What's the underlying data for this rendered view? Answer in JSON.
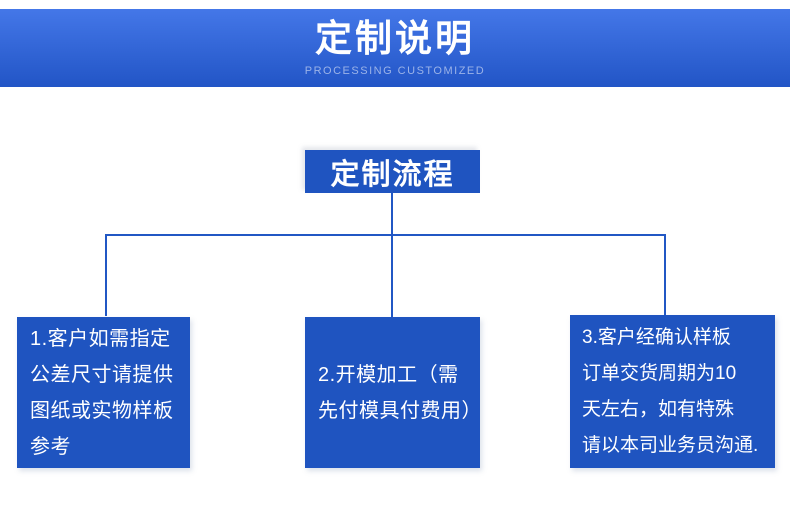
{
  "header": {
    "title": "定制说明",
    "subtitle": "PROCESSING CUSTOMIZED"
  },
  "flow": {
    "root_label": "定制流程",
    "steps": [
      {
        "text": "1.客户如需指定\n公差尺寸请提供\n图纸或实物样板\n参考"
      },
      {
        "text": "2.开模加工（需\n先付模具付费用）"
      },
      {
        "text": "3.客户经确认样板\n订单交货周期为10\n天左右，如有特殊\n请以本司业务员沟通."
      }
    ]
  },
  "colors": {
    "banner_top": "#4477e8",
    "banner_bottom": "#2255c6",
    "box_blue": "#1f54c0",
    "connector_blue": "#2157c4",
    "text_white": "#ffffff",
    "subtitle_blue": "#9bb3e8"
  }
}
